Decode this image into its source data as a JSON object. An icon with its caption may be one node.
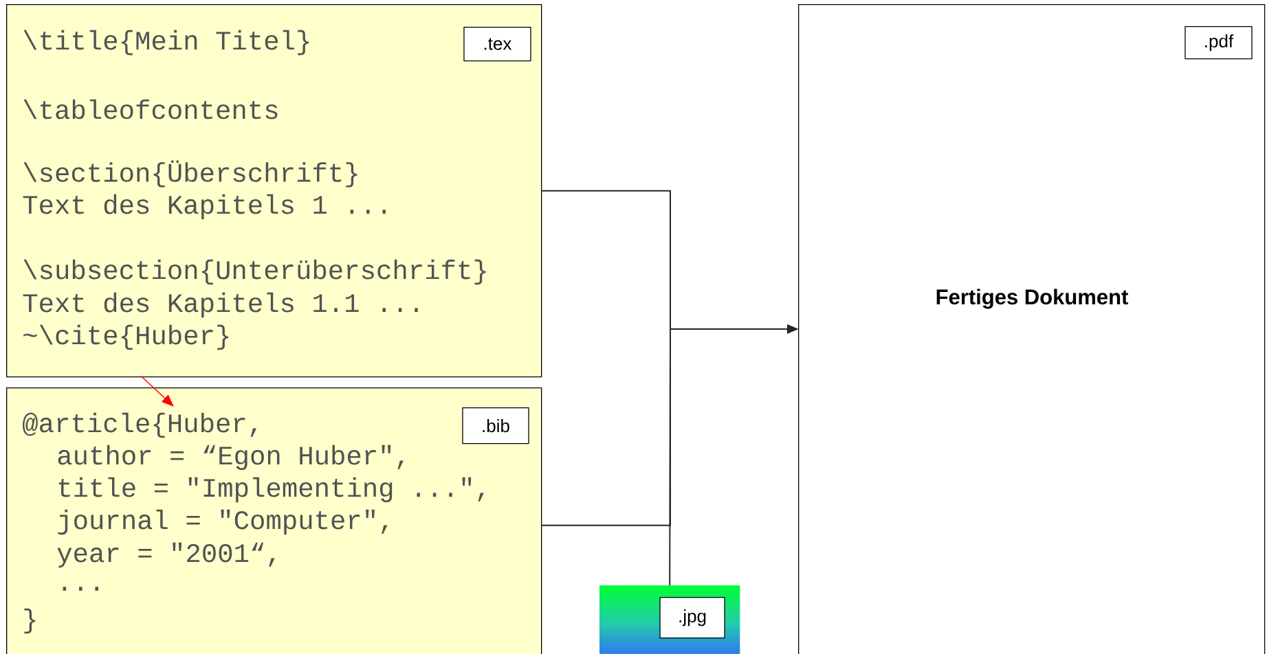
{
  "diagram": {
    "nodes": [
      {
        "text": [
          "\\title{Mein Titel}",
          "\\tableofcontents",
          "\\section{Überschrift}",
          "Text des Kapitels 1 ...",
          "\\subsection{Unterüberschrift}",
          "Text des Kapitels 1.1 ...",
          "~\\cite{Huber}"
        ]
      },
      {
        "text": [
          ".tex"
        ],
        "in": 0
      },
      {
        "text": [
          "@article{Huber,",
          "author = “Egon Huber\",",
          "title = \"Implementing ...\",",
          "journal = \"Computer\",",
          "year = \"2001“,",
          "...",
          "}"
        ]
      },
      {
        "text": [
          ".bib"
        ],
        "in": 2
      },
      {
        "text": [],
        "shape": "box"
      },
      {
        "text": [
          ".jpg"
        ],
        "in": 4
      },
      {
        "text": [
          "Fertiges Dokument"
        ]
      },
      {
        "text": [
          ".pdf"
        ],
        "in": 6
      }
    ],
    "edges": [
      {
        "from": 0,
        "to": 6,
        "arrow": "to"
      },
      {
        "from": 2,
        "to": 6,
        "arrow": "to"
      },
      {
        "from": 4,
        "to": 6,
        "arrow": "to"
      },
      {
        "from": 0,
        "to": 2,
        "arrow": "to",
        "color": "#ff0000"
      }
    ]
  }
}
